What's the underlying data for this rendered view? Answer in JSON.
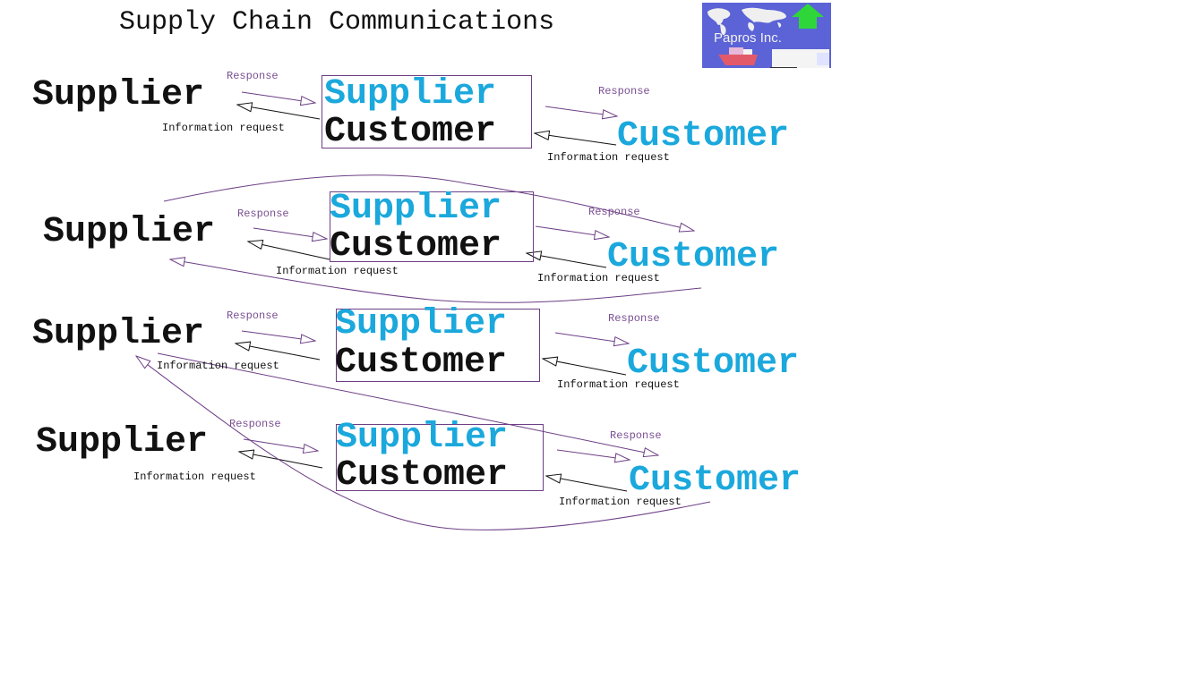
{
  "title": "Supply Chain Communications",
  "logo": {
    "text": "Papros Inc.",
    "icon": "world-map-ship-truck-up-arrow-logo"
  },
  "colors": {
    "supplier_text": "#111111",
    "intermediary_supplier": "#1ba8dc",
    "intermediary_customer": "#111111",
    "customer_text": "#1ba8dc",
    "response_label": "#7a4f92",
    "connector": "#6d3f86",
    "request_arrow": "#111111"
  },
  "rows": [
    {
      "supplier": "Supplier",
      "middle_supplier": "Supplier",
      "middle_customer": "Customer",
      "customer": "Customer",
      "left_response": "Response",
      "left_request": "Information request",
      "right_response": "Response",
      "right_request": "Information request"
    },
    {
      "supplier": "Supplier",
      "middle_supplier": "Supplier",
      "middle_customer": "Customer",
      "customer": "Customer",
      "left_response": "Response",
      "left_request": "Information request",
      "right_response": "Response",
      "right_request": "Information request"
    },
    {
      "supplier": "Supplier",
      "middle_supplier": "Supplier",
      "middle_customer": "Customer",
      "customer": "Customer",
      "left_response": "Response",
      "left_request": "Information request",
      "right_response": "Response",
      "right_request": "Information request"
    },
    {
      "supplier": "Supplier",
      "middle_supplier": "Supplier",
      "middle_customer": "Customer",
      "customer": "Customer",
      "left_response": "Response",
      "left_request": "Information request",
      "right_response": "Response",
      "right_request": "Information request"
    }
  ]
}
